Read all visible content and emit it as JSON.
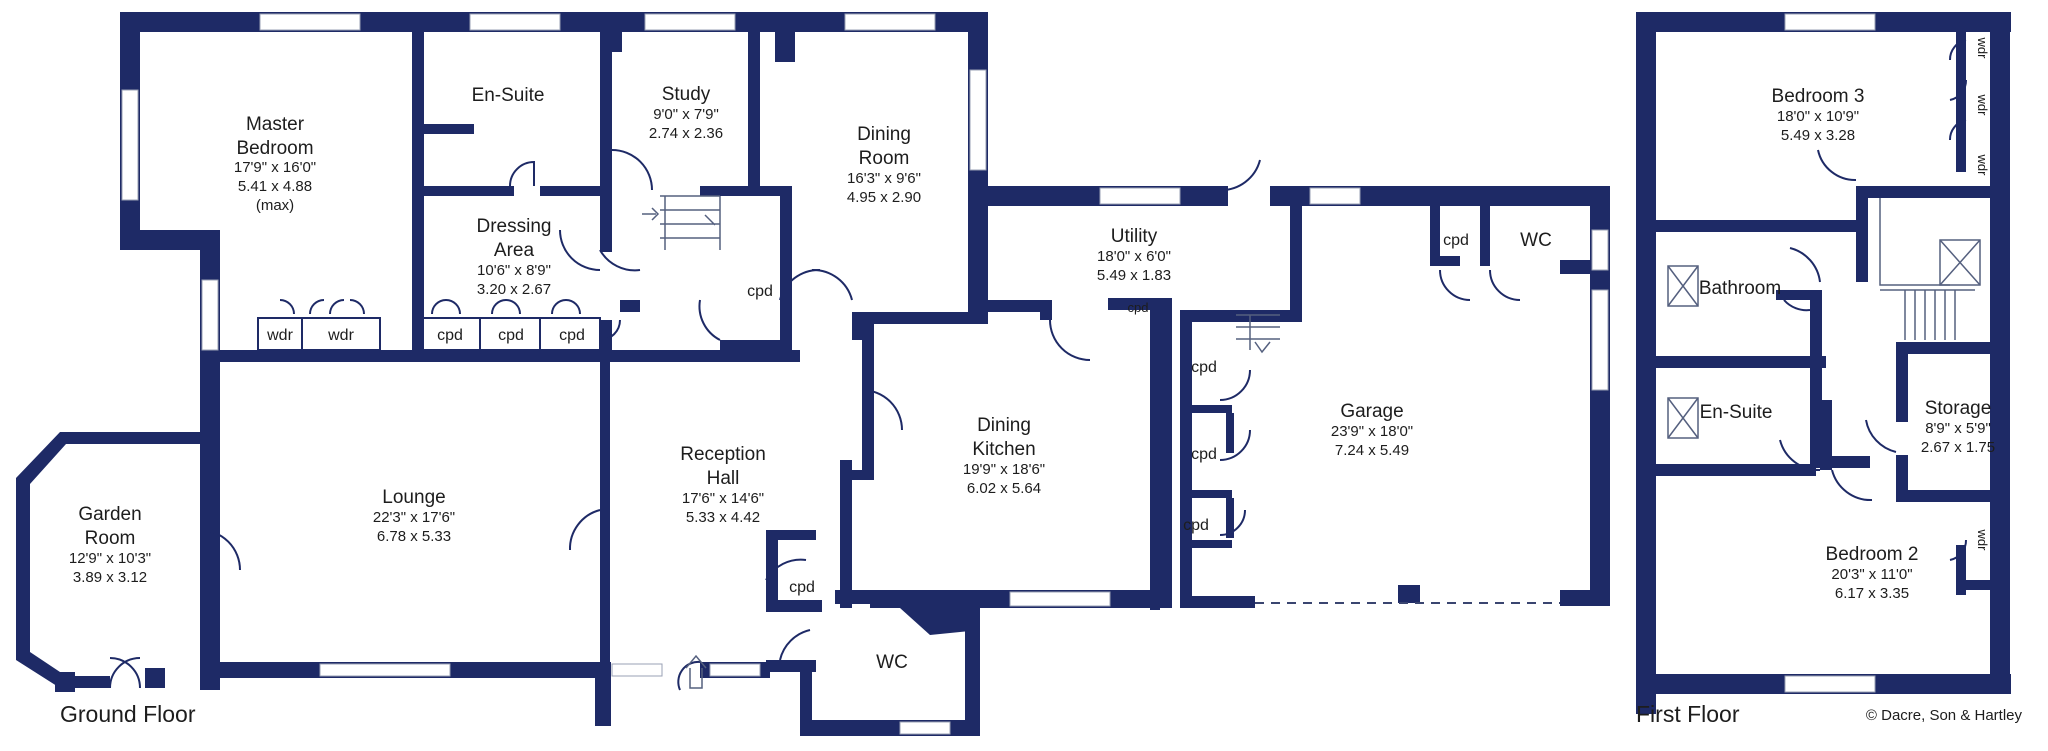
{
  "floors": {
    "ground": "Ground Floor",
    "first": "First Floor"
  },
  "copyright": "© Dacre, Son & Hartley",
  "rooms": {
    "master_bedroom": {
      "name": [
        "Master",
        "Bedroom"
      ],
      "imperial": "17'9\" x 16'0\"",
      "metric": "5.41 x 4.88",
      "note": "(max)"
    },
    "en_suite_ground": {
      "name": "En-Suite"
    },
    "study": {
      "name": "Study",
      "imperial": "9'0\" x 7'9\"",
      "metric": "2.74 x 2.36"
    },
    "dining_room": {
      "name": [
        "Dining",
        "Room"
      ],
      "imperial": "16'3\" x 9'6\"",
      "metric": "4.95 x 2.90"
    },
    "dressing_area": {
      "name": [
        "Dressing",
        "Area"
      ],
      "imperial": "10'6\" x 8'9\"",
      "metric": "3.20 x 2.67"
    },
    "utility": {
      "name": "Utility",
      "imperial": "18'0\" x 6'0\"",
      "metric": "5.49 x 1.83"
    },
    "garden_room": {
      "name": [
        "Garden",
        "Room"
      ],
      "imperial": "12'9\" x 10'3\"",
      "metric": "3.89 x 3.12"
    },
    "lounge": {
      "name": "Lounge",
      "imperial": "22'3\" x 17'6\"",
      "metric": "6.78 x 5.33"
    },
    "reception_hall": {
      "name": [
        "Reception",
        "Hall"
      ],
      "imperial": "17'6\" x 14'6\"",
      "metric": "5.33 x 4.42"
    },
    "dining_kitchen": {
      "name": [
        "Dining",
        "Kitchen"
      ],
      "imperial": "19'9\" x 18'6\"",
      "metric": "6.02 x 5.64"
    },
    "garage": {
      "name": "Garage",
      "imperial": "23'9\" x 18'0\"",
      "metric": "7.24 x 5.49"
    },
    "wc_ground": {
      "name": "WC"
    },
    "wc_garage": {
      "name": "WC"
    },
    "bedroom3": {
      "name": "Bedroom 3",
      "imperial": "18'0\" x 10'9\"",
      "metric": "5.49 x 3.28"
    },
    "bathroom": {
      "name": "Bathroom"
    },
    "en_suite_first": {
      "name": "En-Suite"
    },
    "storage": {
      "name": "Storage",
      "imperial": "8'9\" x 5'9\"",
      "metric": "2.67 x 1.75"
    },
    "bedroom2": {
      "name": "Bedroom 2",
      "imperial": "20'3\" x 11'0\"",
      "metric": "6.17 x 3.35"
    }
  },
  "labels": {
    "wdr": "wdr",
    "cpd": "cpd"
  }
}
